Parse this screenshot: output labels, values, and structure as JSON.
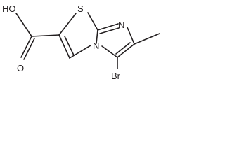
{
  "structure": {
    "atoms": {
      "hydroxyl": "HO",
      "carbonyl_oxygen": "O",
      "sulfur": "S",
      "imine_nitrogen": "N",
      "bridgehead_nitrogen": "N",
      "bromine": "Br"
    }
  },
  "colors": {
    "ink": "#231f20",
    "background": "#ffffff"
  }
}
